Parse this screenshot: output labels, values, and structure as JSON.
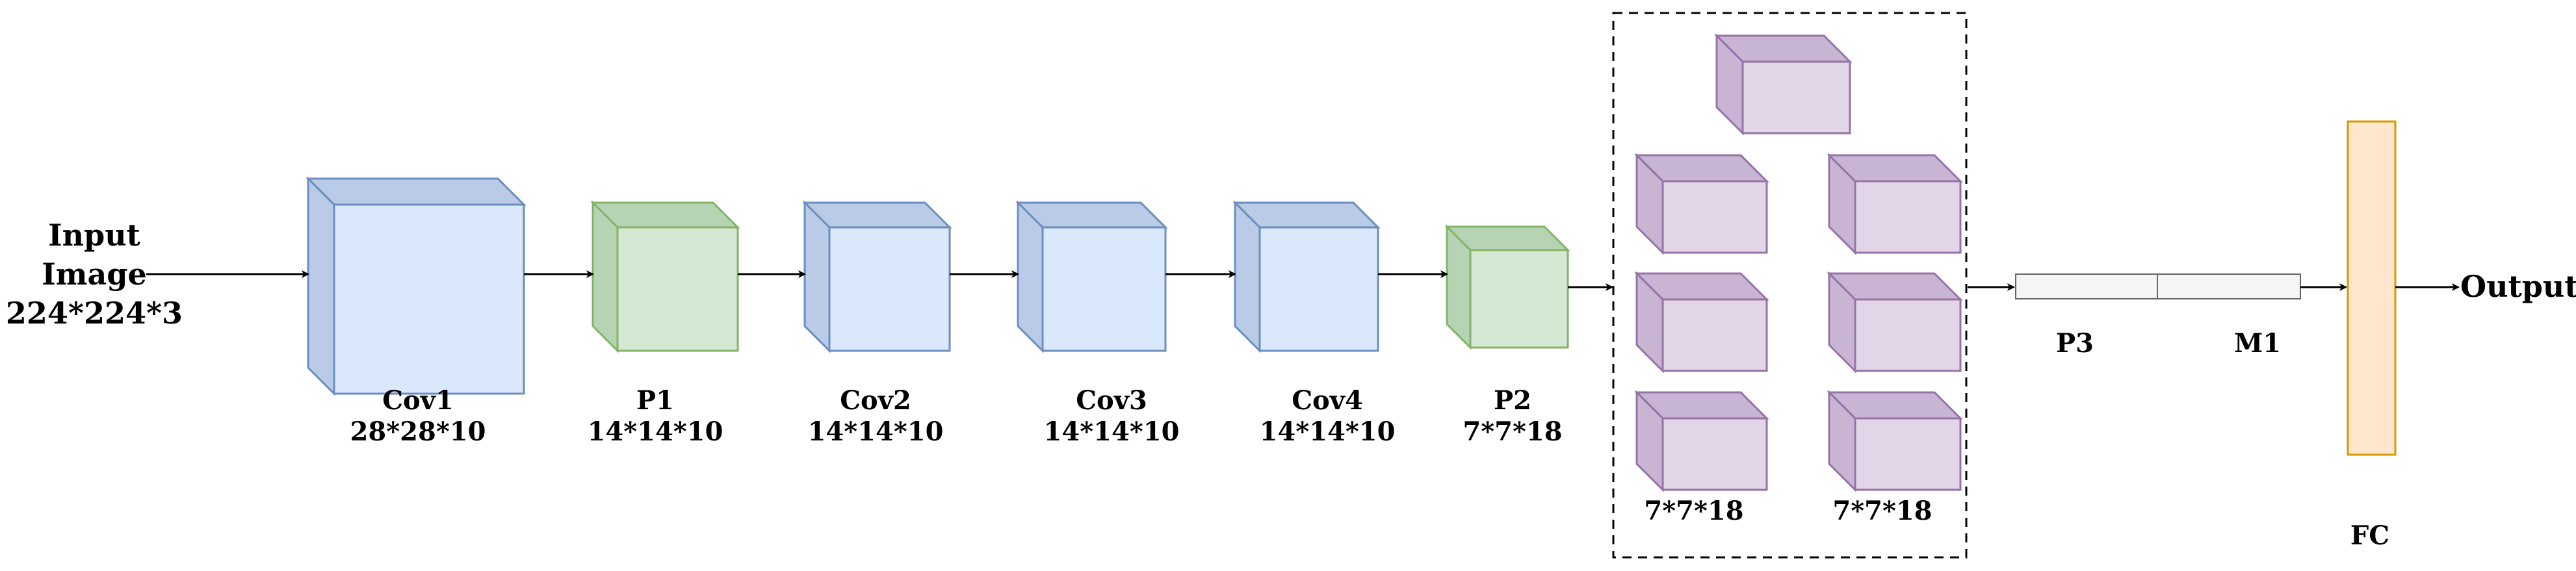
{
  "input": {
    "line1": "Input",
    "line2": "Image",
    "line3": "224*224*3"
  },
  "layers": [
    {
      "name": "Cov1",
      "dims": "28*28*10",
      "kind": "conv"
    },
    {
      "name": "P1",
      "dims": "14*14*10",
      "kind": "pool"
    },
    {
      "name": "Cov2",
      "dims": "14*14*10",
      "kind": "conv"
    },
    {
      "name": "Cov3",
      "dims": "14*14*10",
      "kind": "conv"
    },
    {
      "name": "Cov4",
      "dims": "14*14*10",
      "kind": "conv"
    },
    {
      "name": "P2",
      "dims": "7*7*18",
      "kind": "pool"
    }
  ],
  "group": {
    "left_label": "7*7*18",
    "right_label": "7*7*18"
  },
  "flat": {
    "p3_label": "P3",
    "m1_label": "M1"
  },
  "fc": {
    "label": "FC"
  },
  "output": {
    "label": "Output"
  },
  "colors": {
    "conv_front": "#dae8fc",
    "conv_side": "#b9cbe6",
    "conv_stroke": "#6c8ebf",
    "pool_front": "#d5e8d4",
    "pool_side": "#b6d3b4",
    "pool_stroke": "#82b366",
    "group_front": "#e1d5e7",
    "group_side": "#c8b5d3",
    "group_stroke": "#9673a6",
    "fc_fill": "#ffe6cc",
    "fc_stroke": "#d79b00",
    "flat_fill": "#f5f5f5",
    "flat_stroke": "#666666"
  }
}
